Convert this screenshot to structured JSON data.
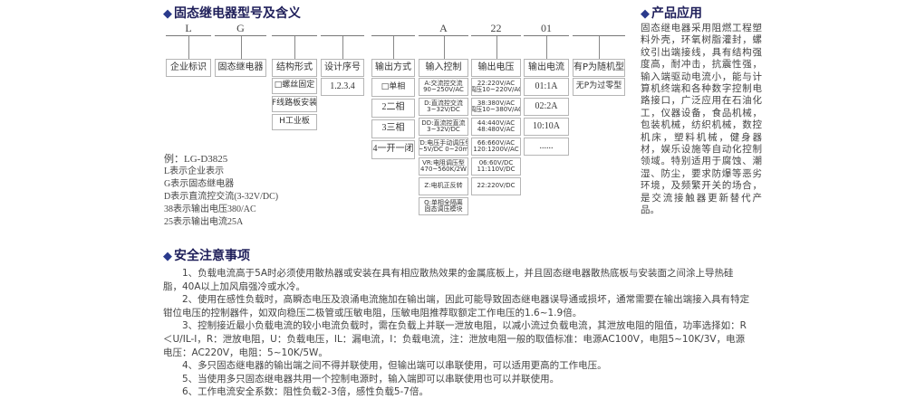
{
  "section_model": {
    "title": "固态继电器型号及含义",
    "code_letters": [
      "L",
      "G",
      "",
      "",
      "",
      "A",
      "22",
      "01",
      ""
    ],
    "columns": [
      {
        "header": "企业标识",
        "items": []
      },
      {
        "header": "固态继电器",
        "items": []
      },
      {
        "header": "结构形式",
        "items": [
          "□螺丝固定",
          "F线路板安装",
          "H工业板"
        ]
      },
      {
        "header": "设计序号",
        "items": [
          "1.2.3.4"
        ]
      },
      {
        "header": "输出方式",
        "items": [
          "□单相",
          "2二相",
          "3三相",
          "4一开一闭"
        ]
      },
      {
        "header": "输入控制",
        "items": [
          [
            "A:交流控交流",
            "90~250V/AC"
          ],
          [
            "D:直流控交流",
            "3~32V/DC"
          ],
          [
            "DD:直流控直流",
            "3~32V/DC"
          ],
          [
            "VD:电压手动调压型",
            "1~5V/DC 0~20mA"
          ],
          [
            "VR:电阻调压型",
            "470~560K/2W"
          ],
          [
            "Z:电机正反转"
          ],
          [
            "Q:单相全隔离",
            "固态调压模块"
          ]
        ]
      },
      {
        "header": "输出电压",
        "items": [
          [
            "22:220V/AC",
            "(调压10~220V/AC)"
          ],
          [
            "38:380V/AC",
            "(调压10~380V/AC)"
          ],
          [
            "44:440V/AC",
            "48:480V/AC"
          ],
          [
            "66:660V/AC",
            "120:1200V/AC"
          ],
          [
            "06:60V/DC",
            "11:110V/DC"
          ],
          [
            "22:220V/DC"
          ]
        ]
      },
      {
        "header": "输出电流",
        "items": [
          "01:1A",
          "02:2A",
          "10:10A",
          "......"
        ]
      },
      {
        "header": "有P为随机型",
        "items": [
          "无P为过零型"
        ]
      }
    ],
    "example_lines": [
      "例：LG-D3825",
      "L表示企业表示",
      "G表示固态继电器",
      "D表示直流控交流(3-32V/DC)",
      "38表示输出电压380/AC",
      "25表示输出电流25A"
    ]
  },
  "section_application": {
    "title": "产品应用",
    "text": "固态继电器采用阻燃工程塑料外壳，环氧树脂灌封，螺纹引出端接线，具有结构强度高，耐冲击，抗震性强，输入端驱动电流小，能与计算机终端和各种数字控制电路接口，广泛应用在石油化工，仪器设备，食品机械，包装机械，纺织机械，数控机床，塑料机械，健身器材，娱乐设施等自动化控制领域。特别适用于腐蚀、潮湿、防尘，要求防爆等恶劣环境，及频繁开关的场合，是交流接触器更新替代产品。"
  },
  "section_safety": {
    "title": "安全注意事项",
    "paragraphs": [
      "1、负载电流高于5A时必须使用散热器或安装在具有相应散热效果的金属底板上，并且固态继电器散热底板与安装面之间涂上导热硅脂，40A以上加风扇强冷或水冷。",
      "2、使用在感性负载时，高瞬态电压及浪涌电流施加在输出端，因此可能导致固态继电器误导通或损坏，通常需要在输出端接入具有特定钳位电压的控制器件，如双向稳压二极管或压敏电阻，压敏电阻推荐取额定工作电压的1.6~1.9倍。",
      "3、控制接近最小负载电流的较小电流负载时，需在负载上并联一泄放电阻，以减小流过负载电流，其泄放电阻的阻值，功率选择如：R＜U/IL-I，R：泄放电阻，U：负载电压，IL：漏电流，I：负载电流，注：泄放电阻一般的取值标准：电源AC100V，电阻5~10K/3V，电源电压：AC220V，电阻：5~10K/5W。",
      "4、多只固态继电器的输出端之间不得并联使用，但输出端可以串联使用，可以适用更高的工作电压。",
      "5、当使用多只固态继电器共用一个控制电源时，输入端即可以串联使用也可以并联使用。",
      "6、工作电流安全系数：阻性负载2-3倍，感性负载5-7倍。"
    ]
  },
  "colors": {
    "heading": "#1f1f5a",
    "diamond": "#2a3a8c",
    "box_border": "#b5b5b5"
  }
}
